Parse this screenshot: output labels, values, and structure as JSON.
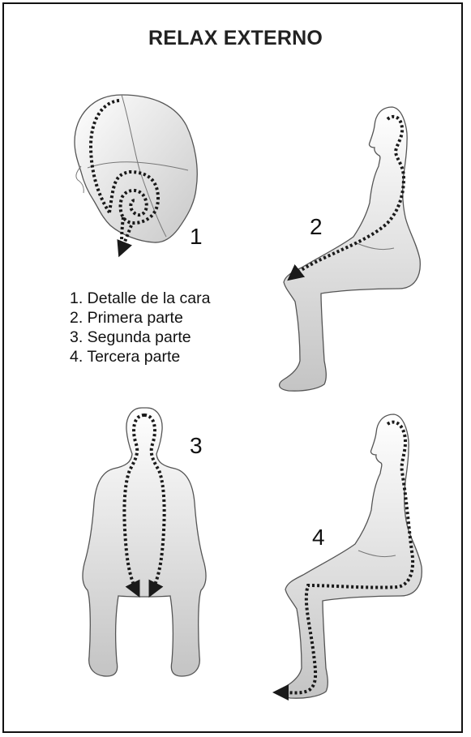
{
  "title": "RELAX EXTERNO",
  "figures": [
    {
      "number": "1"
    },
    {
      "number": "2"
    },
    {
      "number": "3"
    },
    {
      "number": "4"
    }
  ],
  "legend": [
    "1.  Detalle de la cara",
    "2.  Primera parte",
    "3.  Segunda parte",
    "4.  Tercera parte"
  ],
  "colors": {
    "outline": "#555555",
    "fill_top": "#ffffff",
    "fill_bottom": "#c8c8c8",
    "arrow": "#1a1a1a",
    "frame": "#111111"
  }
}
